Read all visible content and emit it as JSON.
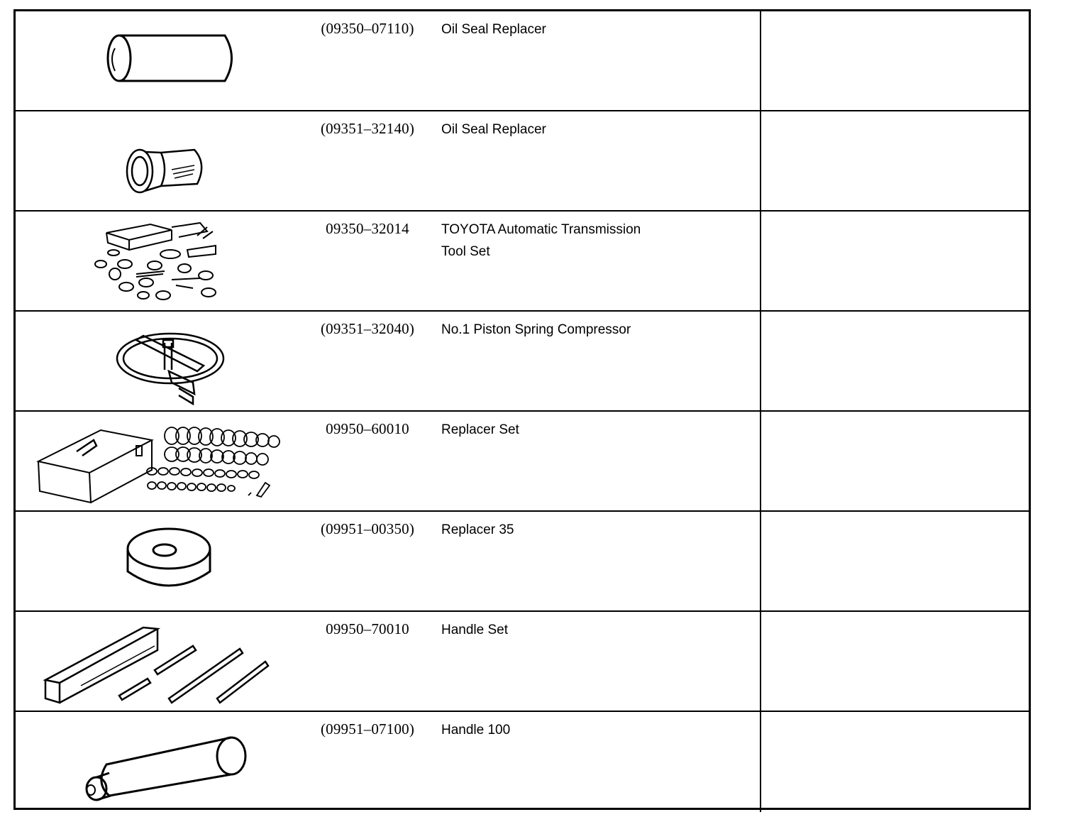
{
  "tools": [
    {
      "part_no": "(09350–07110)",
      "name_lines": [
        "Oil Seal Replacer"
      ],
      "illustration": "oil-seal-replacer-pipe-icon"
    },
    {
      "part_no": "(09351–32140)",
      "name_lines": [
        "Oil Seal Replacer"
      ],
      "illustration": "oil-seal-replacer-flanged-icon"
    },
    {
      "part_no": "09350–32014",
      "name_lines": [
        "TOYOTA Automatic Transmission",
        "Tool Set"
      ],
      "illustration": "tool-set-parts-icon"
    },
    {
      "part_no": "(09351–32040)",
      "name_lines": [
        "No.1 Piston Spring Compressor"
      ],
      "illustration": "piston-spring-compressor-icon"
    },
    {
      "part_no": "09950–60010",
      "name_lines": [
        "Replacer Set"
      ],
      "illustration": "replacer-set-case-icon"
    },
    {
      "part_no": "(09951–00350)",
      "name_lines": [
        "Replacer 35"
      ],
      "illustration": "replacer-disc-icon"
    },
    {
      "part_no": "09950–70010",
      "name_lines": [
        "Handle Set"
      ],
      "illustration": "handle-set-icon"
    },
    {
      "part_no": "(09951–07100)",
      "name_lines": [
        "Handle 100"
      ],
      "illustration": "handle-100-icon"
    }
  ]
}
